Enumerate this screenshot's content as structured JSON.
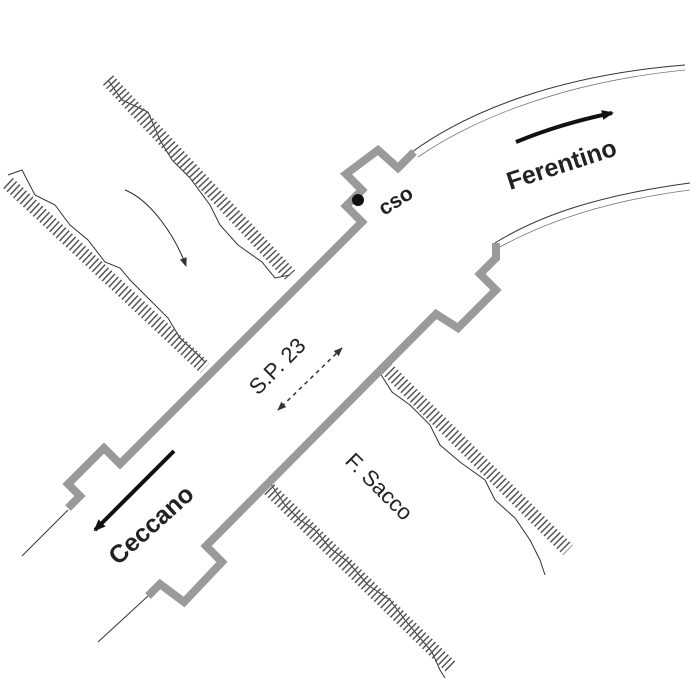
{
  "map": {
    "labels": {
      "destination_east": "Ferentino",
      "destination_west": "Ceccano",
      "road": "S.P. 23",
      "river": "F. Sacco",
      "point": "cso"
    },
    "colors": {
      "structure": "#9a9a9a",
      "ink": "#222222",
      "background": "#ffffff"
    },
    "icons": {
      "point_marker": "dot-icon",
      "direction_arrow": "arrow-icon",
      "bidirectional_arrow": "double-arrow-icon",
      "flow_arrow": "flow-arrow-icon"
    }
  }
}
